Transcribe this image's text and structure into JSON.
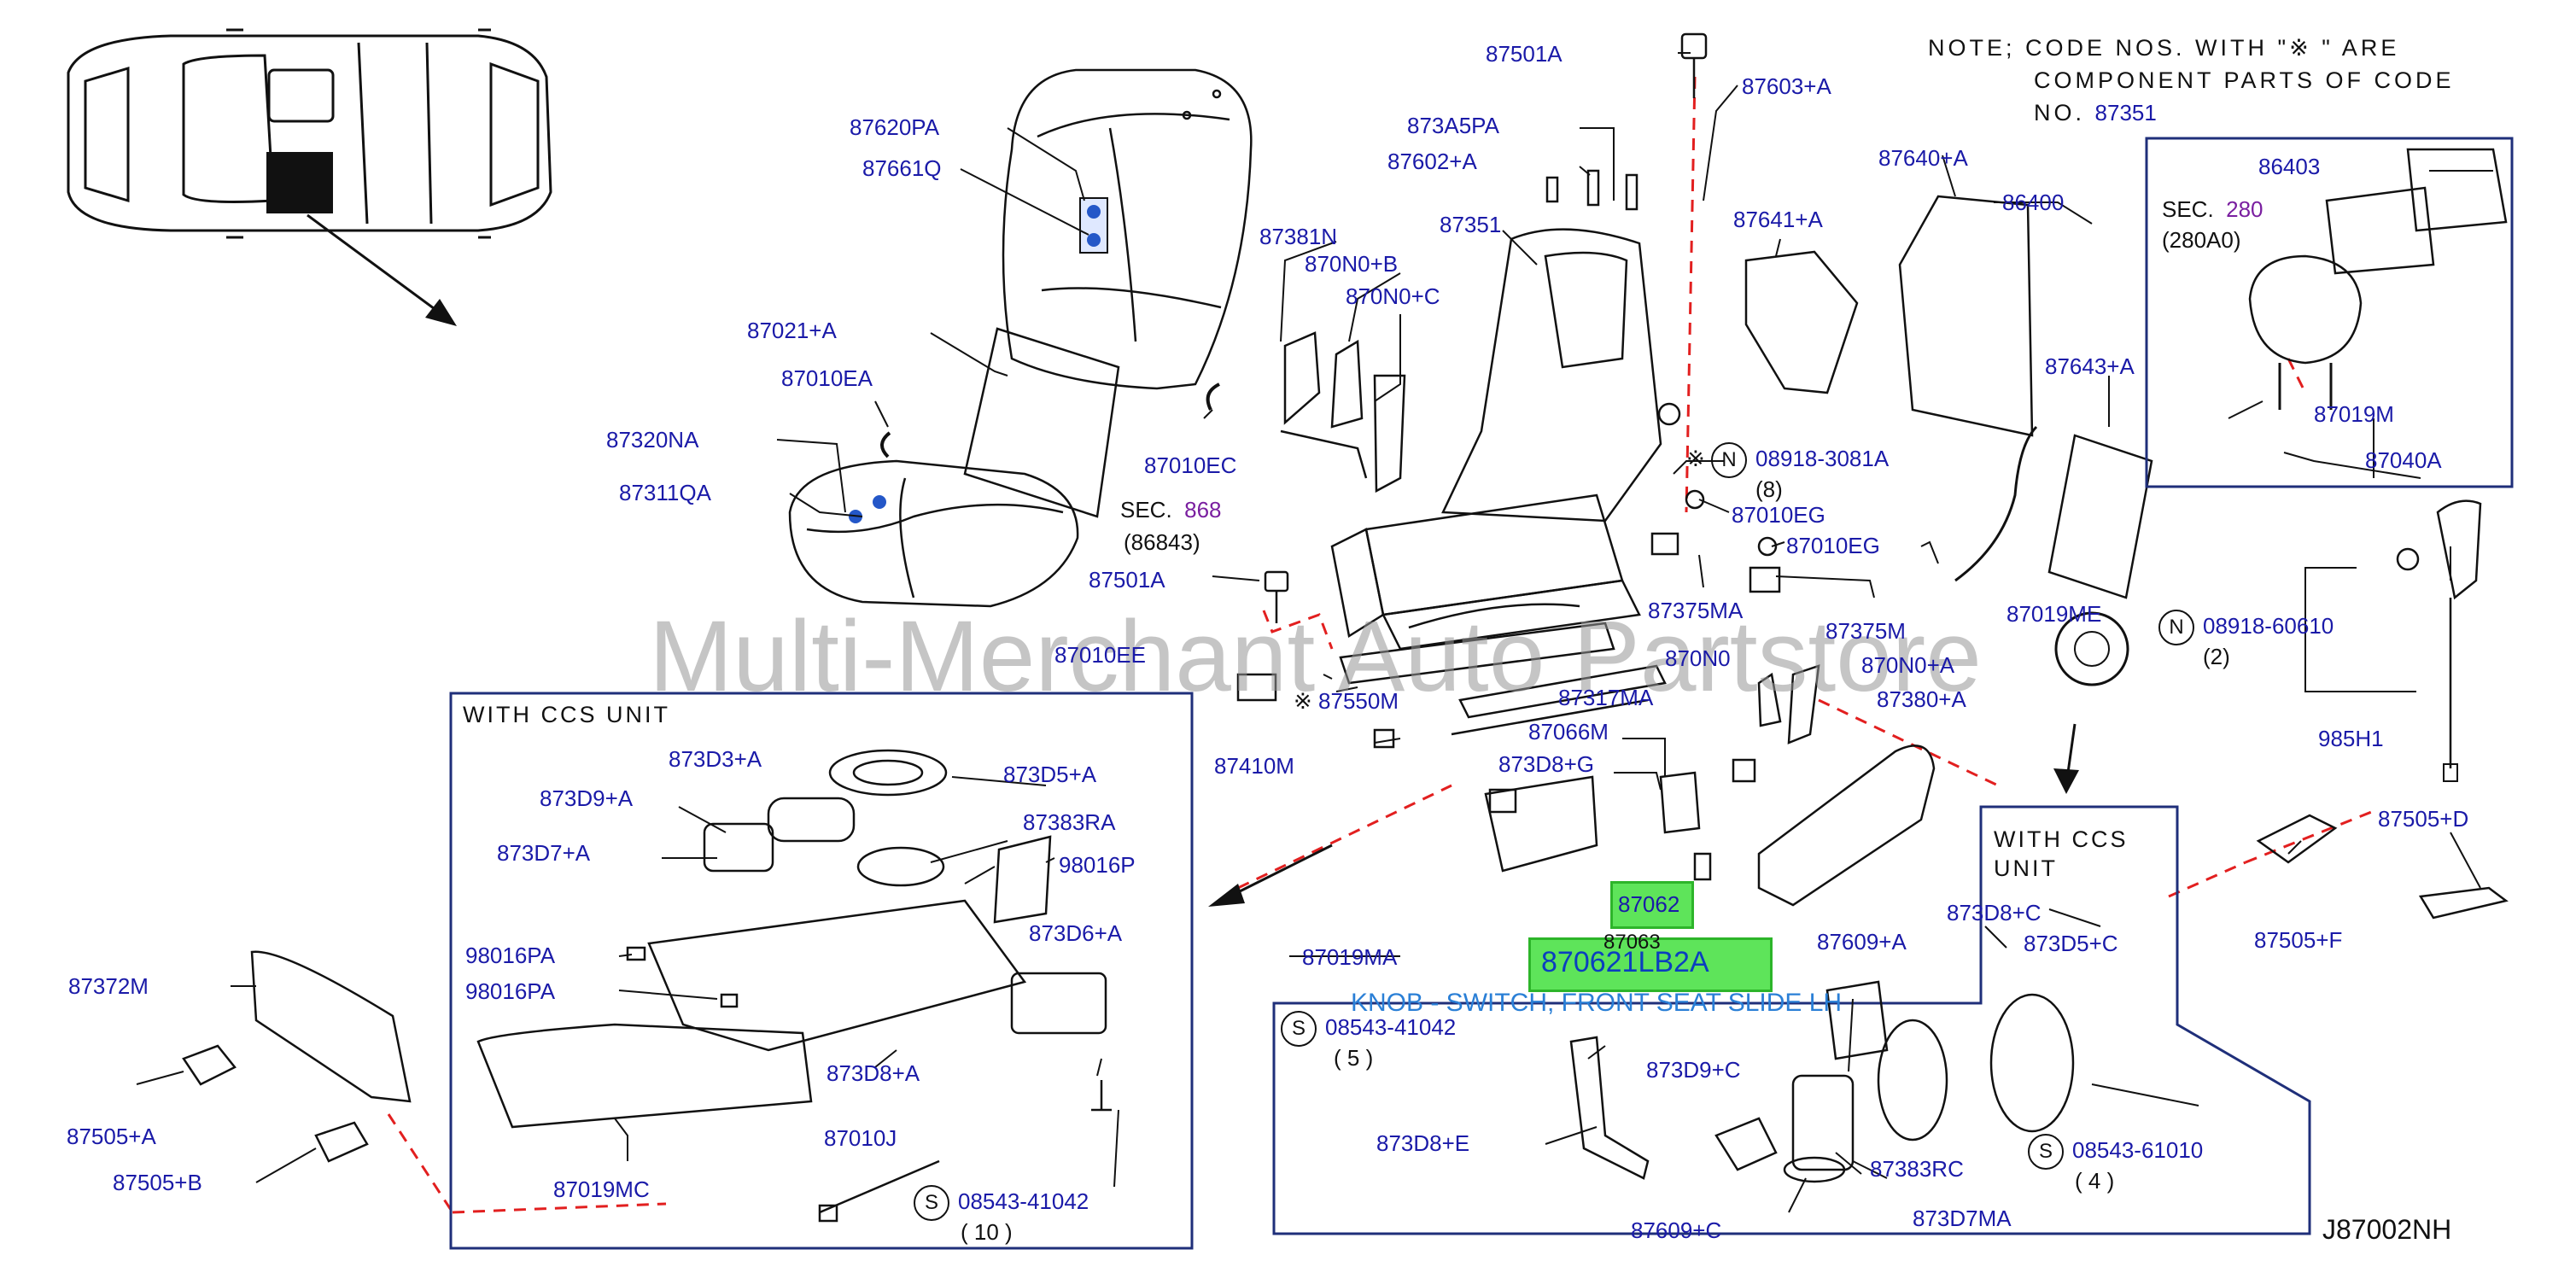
{
  "note": {
    "line1": "NOTE;  CODE  NOS.  WITH  \"※    \"  ARE",
    "line2": "COMPONENT  PARTS  OF  CODE",
    "line3_prefix": "NO.",
    "line3_code": "87351"
  },
  "watermark": "Multi-Merchant Auto Partstore",
  "diagram_code": "J87002NH",
  "highlight": {
    "part_small": "87062",
    "part_selected": "870621LB2A",
    "description": "KNOB - SWITCH, FRONT SEAT SLIDE LH"
  },
  "boxes": {
    "ccs_unit_title": "WITH   CCS   UNIT",
    "ccs_title_line1": "WITH   CCS",
    "ccs_title_line2": "UNIT"
  },
  "sections": {
    "sec868_label": "SEC.",
    "sec868_num": "868",
    "sec868_sub": "(86843)",
    "sec280_label": "SEC.",
    "sec280_num": "280",
    "sec280_sub": "(280A0)"
  },
  "fasteners": {
    "n1_symbol": "N",
    "n1_code": "08918-3081A",
    "n1_qty": "(8)",
    "n2_symbol": "N",
    "n2_code": "08918-60610",
    "n2_qty": "(2)",
    "s1_symbol": "S",
    "s1_code": "08543-41042",
    "s1_qty": "( 5 )",
    "s2_symbol": "S",
    "s2_code": "08543-41042",
    "s2_qty": "( 10 )",
    "s3_symbol": "S",
    "s3_code": "08543-61010",
    "s3_qty": "( 4 )"
  },
  "parts": {
    "p87501A_top": "87501A",
    "p87603A": "87603+A",
    "p873A5PA": "873A5PA",
    "p87602A": "87602+A",
    "p87620PA": "87620PA",
    "p87661Q": "87661Q",
    "p87381N": "87381N",
    "p870N0B": "870N0+B",
    "p870N0C": "870N0+C",
    "p87351": "87351",
    "p87640A": "87640+A",
    "p86400": "86400",
    "p86403": "86403",
    "p87641A": "87641+A",
    "p87021A": "87021+A",
    "p87010EA": "87010EA",
    "p87010EC": "87010EC",
    "p87320NA": "87320NA",
    "p87311QA": "87311QA",
    "p87643A": "87643+A",
    "p87019M": "87019M",
    "p87040A": "87040A",
    "p87010EG_1": "87010EG",
    "p87010EG_2": "87010EG",
    "p87501A_mid": "87501A",
    "p87375MA": "87375MA",
    "p87375M": "87375M",
    "p87019ME": "87019ME",
    "p87010EE": "87010EE",
    "p870N0": "870N0",
    "p870N0A": "870N0+A",
    "p87317MA": "87317MA",
    "p87380A": "87380+A",
    "p87550M": "87550M",
    "p87066M": "87066M",
    "p985H1": "985H1",
    "p87410M": "87410M",
    "p873D8G": "873D8+G",
    "p873D3A": "873D3+A",
    "p873D5A": "873D5+A",
    "p873D9A": "873D9+A",
    "p87383RA": "87383RA",
    "p873D7A": "873D7+A",
    "p98016P": "98016P",
    "p873D6A": "873D6+A",
    "p98016PA_1": "98016PA",
    "p98016PA_2": "98016PA",
    "p873D8A": "873D8+A",
    "p87010J": "87010J",
    "p87019MC": "87019MC",
    "p87372M": "87372M",
    "p87505A": "87505+A",
    "p87505B": "87505+B",
    "p87505D": "87505+D",
    "p87505F": "87505+F",
    "p87063": "87063",
    "p87019MA": "87019MA",
    "p87609A": "87609+A",
    "p873D8C": "873D8+C",
    "p873D5C": "873D5+C",
    "p873D9C": "873D9+C",
    "p873D8E": "873D8+E",
    "p87383RC": "87383RC",
    "p873D7MA": "873D7MA",
    "p87609C": "87609+C"
  }
}
